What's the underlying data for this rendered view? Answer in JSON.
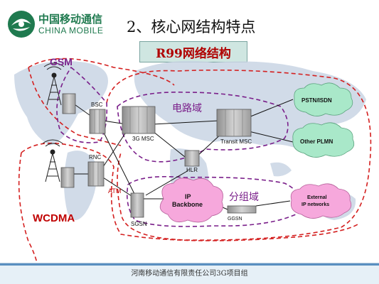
{
  "header": {
    "logo_zh": "中国移动通信",
    "logo_en": "CHINA MOBILE",
    "title": "2、核心网结构特点",
    "subtitle": "R99网络结构"
  },
  "labels": {
    "gsm": "GSM",
    "wcdma": "WCDMA",
    "bsc": "BSC",
    "rnc": "RNC",
    "msc3g": "3G  MSC",
    "transit_msc": "Transit MSC",
    "hlr": "HLR",
    "atm": "ATM",
    "sgsn": "SGSN",
    "ggsn": "GGSN",
    "circuit_domain": "电路域",
    "packet_domain": "分组域",
    "ip_backbone_1": "IP",
    "ip_backbone_2": "Backbone",
    "pstn": "PSTN/ISDN",
    "other_plmn": "Other PLMN",
    "external_1": "External",
    "external_2": "IP networks"
  },
  "footer": {
    "text": "河南移动通信有限责任公司3G项目组"
  },
  "colors": {
    "accent_red": "#c00000",
    "dash_red": "#d42020",
    "dash_purple": "#7a1f8a",
    "cloud_green": "#a9e8c9",
    "cloud_pink": "#f6a8dc",
    "map_land": "#c9d5e4"
  }
}
